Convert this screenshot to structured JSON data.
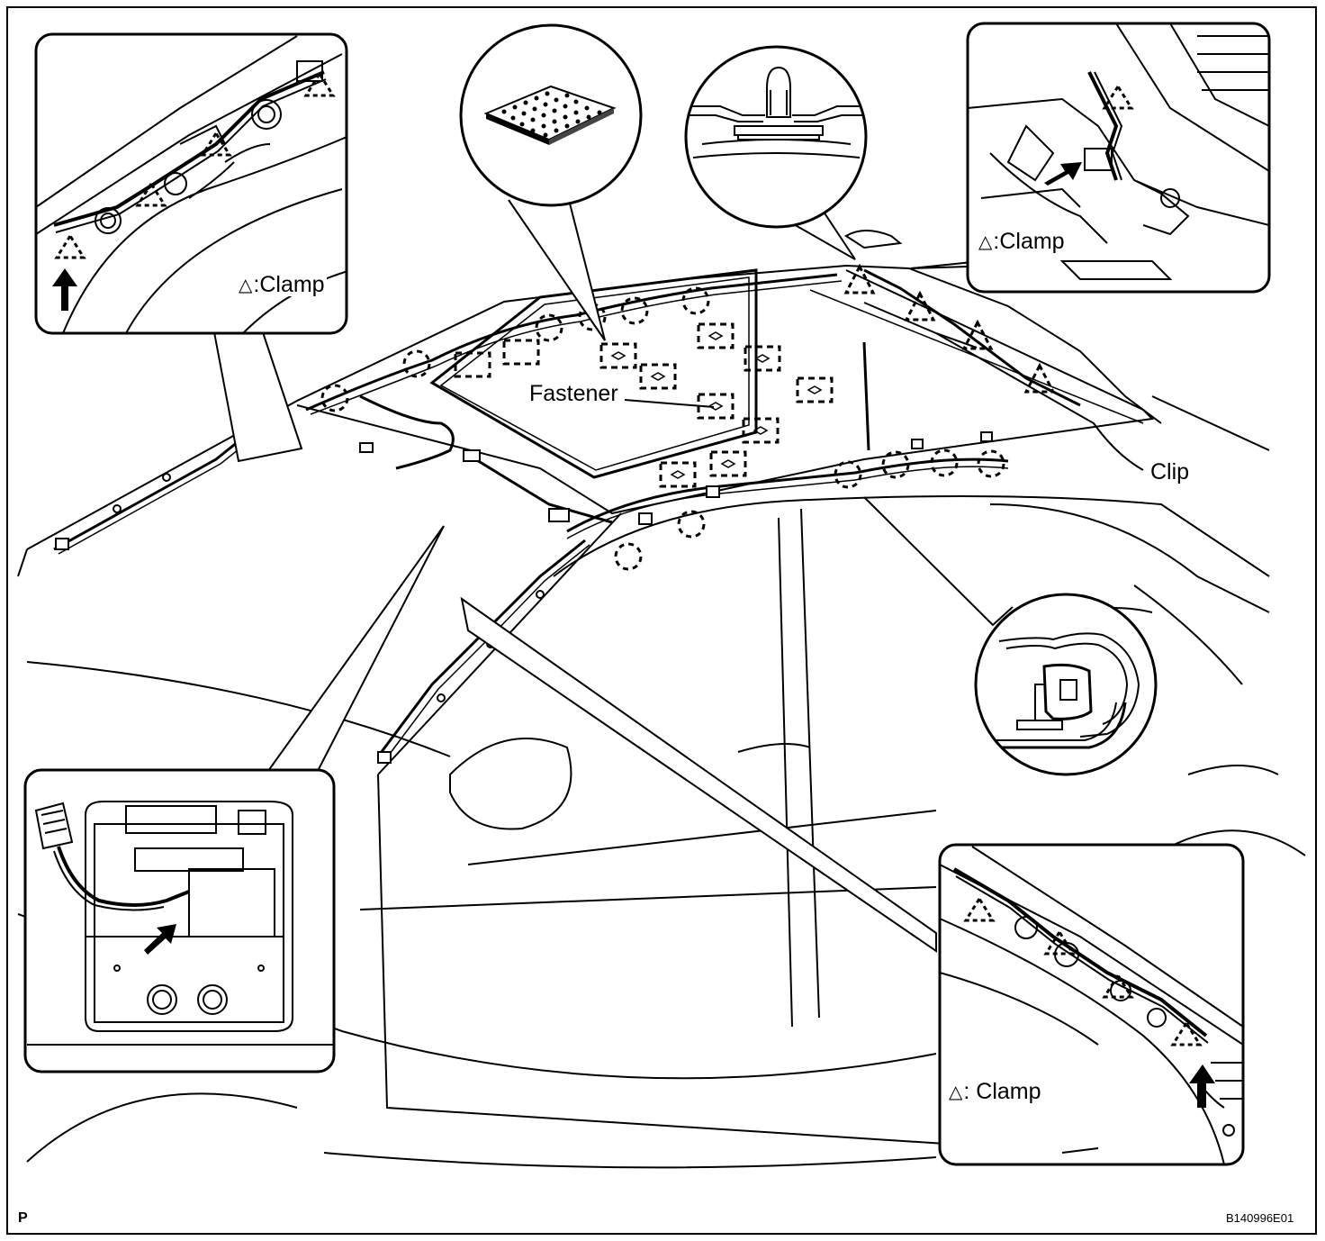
{
  "labels": {
    "fastener": "Fastener",
    "clip": "Clip",
    "clamp": ":Clamp",
    "clamp_spaced": ": Clamp",
    "triangle_glyph": "△",
    "corner_mark": "P",
    "figure_code": "B140996E01"
  },
  "insets": [
    {
      "name": "front-left-pillar-detail",
      "shows_clamp_legend": true
    },
    {
      "name": "rear-right-pillar-detail",
      "shows_clamp_legend": true
    },
    {
      "name": "map-lamp-connector-detail",
      "shows_clamp_legend": false
    },
    {
      "name": "center-pillar-detail",
      "shows_clamp_legend": true
    }
  ],
  "callouts": [
    {
      "name": "fastener-pad-callout",
      "depicts": "hook-and-loop fastener"
    },
    {
      "name": "clip-callout-top",
      "depicts": "push clip profile"
    },
    {
      "name": "clip-callout-side",
      "depicts": "clip engagement section"
    }
  ],
  "colors": {
    "line": "#000000",
    "background": "#ffffff"
  }
}
